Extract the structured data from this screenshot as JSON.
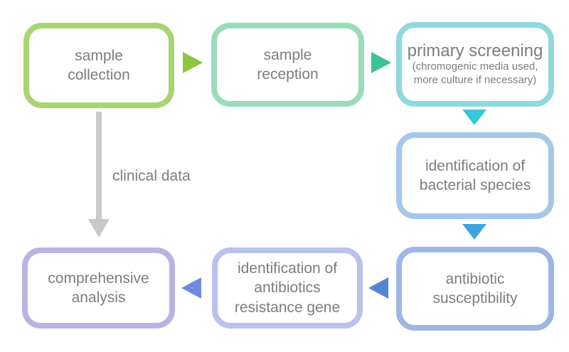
{
  "diagram": {
    "background_color": "#ffffff",
    "text_color": "#7d7d7d",
    "nodes": [
      {
        "id": "sample-collection",
        "label": "sample collection",
        "border_color": "#a9d472"
      },
      {
        "id": "sample-reception",
        "label": "sample reception",
        "border_color": "#9adcb9"
      },
      {
        "id": "primary-screening",
        "label": "primary screening",
        "note": "(chromogenic media used, more culture if necessary)",
        "border_color": "#8fd8e0"
      },
      {
        "id": "identification-of-bacterial-species",
        "label": "identification of bacterial species",
        "border_color": "#a3c8ea"
      },
      {
        "id": "antibiotic-susceptibility",
        "label": "antibiotic susceptibility",
        "border_color": "#9db6e3"
      },
      {
        "id": "identification-of-antibiotics-resistance-gene",
        "label": "identification of antibiotics resistance gene",
        "border_color": "#b8c2ec"
      },
      {
        "id": "comprehensive-analysis",
        "label": "comprehensive analysis",
        "border_color": "#bcb2e2"
      }
    ],
    "connectors": [
      {
        "from": "sample-collection",
        "to": "sample-reception",
        "direction": "right",
        "color": "#8dc63f"
      },
      {
        "from": "sample-reception",
        "to": "primary-screening",
        "direction": "right",
        "color": "#3bc392"
      },
      {
        "from": "primary-screening",
        "to": "identification-of-bacterial-species",
        "direction": "down",
        "color": "#38c6db"
      },
      {
        "from": "identification-of-bacterial-species",
        "to": "antibiotic-susceptibility",
        "direction": "down",
        "color": "#3fa3e0"
      },
      {
        "from": "antibiotic-susceptibility",
        "to": "identification-of-antibiotics-resistance-gene",
        "direction": "left",
        "color": "#5585d5"
      },
      {
        "from": "identification-of-antibiotics-resistance-gene",
        "to": "comprehensive-analysis",
        "direction": "left",
        "color": "#7289dd"
      },
      {
        "from": "sample-collection",
        "to": "comprehensive-analysis",
        "direction": "down",
        "color": "#c9c9c9",
        "label": "clinical data"
      }
    ]
  }
}
